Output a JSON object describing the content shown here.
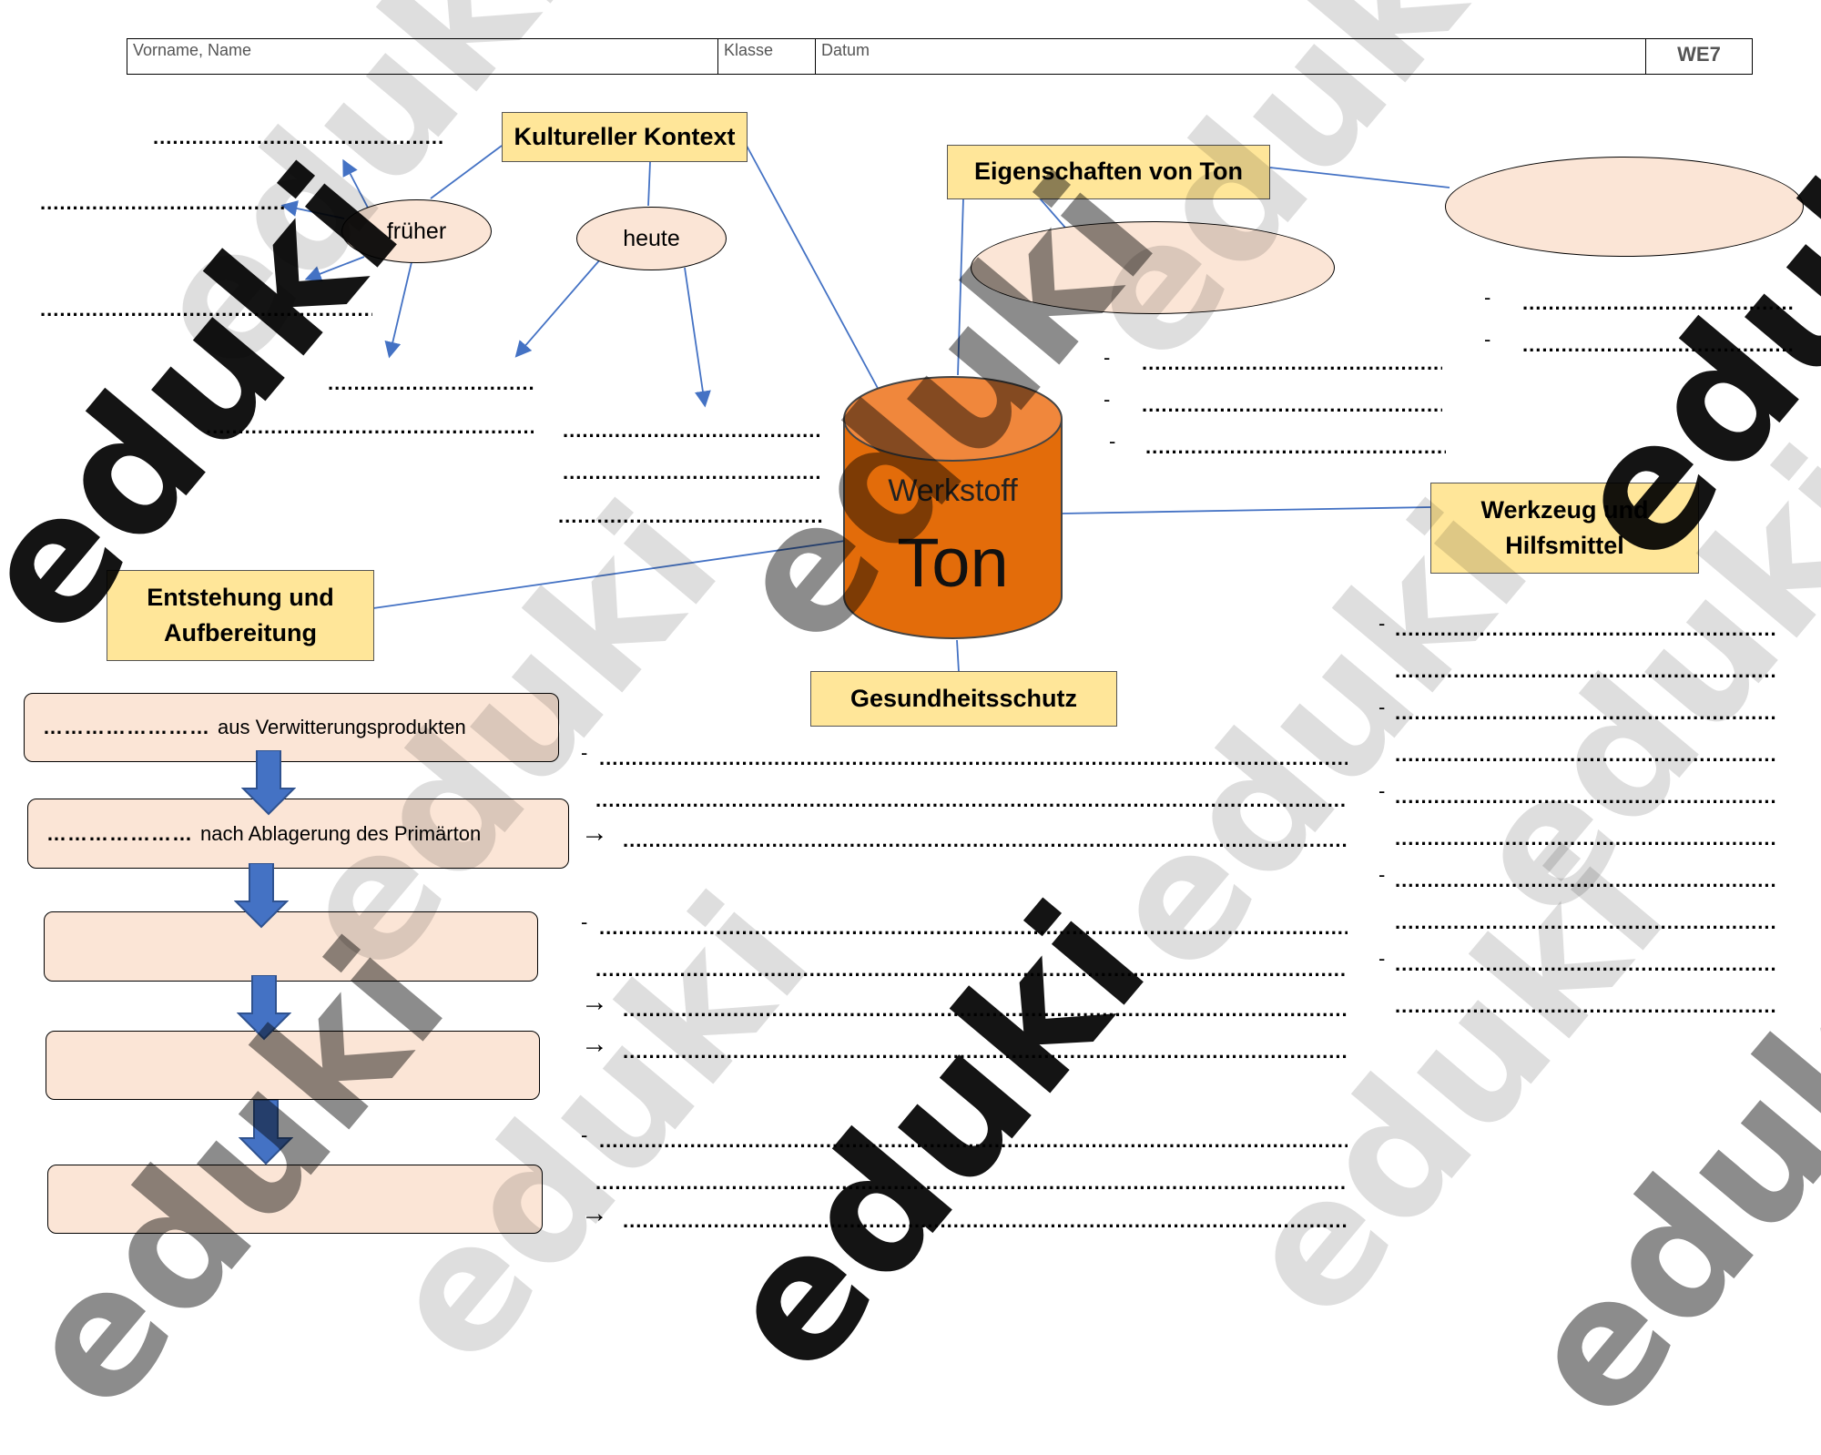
{
  "header": {
    "name_label": "Vorname, Name",
    "class_label": "Klasse",
    "date_label": "Datum",
    "code": "WE7"
  },
  "center": {
    "line1": "Werkstoff",
    "line2": "Ton"
  },
  "topics": {
    "kultur": "Kultureller Kontext",
    "eigenschaften": "Eigenschaften von Ton",
    "werkzeug": "Werkzeug und Hilfsmittel",
    "entstehung": "Entstehung und Aufbereitung",
    "gesundheit": "Gesundheitsschutz"
  },
  "ellipses": {
    "frueher": "früher",
    "heute": "heute"
  },
  "steps": [
    {
      "blank": "……………………",
      "text": "aus Verwitterungsprodukten"
    },
    {
      "blank": "…………………",
      "text": "nach Ablagerung des Primärton"
    },
    {
      "blank": "",
      "text": ""
    },
    {
      "blank": "",
      "text": ""
    },
    {
      "blank": "",
      "text": ""
    }
  ],
  "fill": {
    "line": "...................................................................................................................................................................",
    "dash": "-",
    "arrow": "→"
  },
  "watermark": "eduki",
  "colors": {
    "label_fill": "#ffe699",
    "ellipse_fill": "#fbe5d6",
    "cylinder_fill": "#e36c0a",
    "arrow_blue": "#4472c4",
    "connector": "#4472c4"
  }
}
